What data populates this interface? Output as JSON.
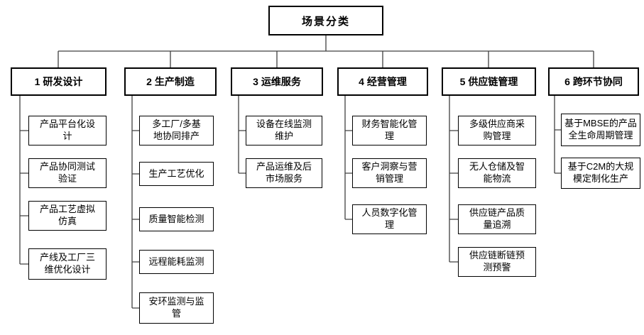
{
  "root": {
    "label": "场景分类"
  },
  "categories": [
    {
      "label": "1 研发设计",
      "children": [
        "产品平台化设计",
        "产品协同测试验证",
        "产品工艺虚拟仿真",
        "产线及工厂三维优化设计"
      ]
    },
    {
      "label": "2 生产制造",
      "children": [
        "多工厂/多基地协同排产",
        "生产工艺优化",
        "质量智能检测",
        "远程能耗监测",
        "安环监测与监管"
      ]
    },
    {
      "label": "3 运维服务",
      "children": [
        "设备在线监测维护",
        "产品运维及后市场服务"
      ]
    },
    {
      "label": "4 经营管理",
      "children": [
        "财务智能化管理",
        "客户洞察与营销管理",
        "人员数字化管理"
      ]
    },
    {
      "label": "5 供应链管理",
      "children": [
        "多级供应商采购管理",
        "无人仓储及智能物流",
        "供应链产品质量追溯",
        "供应链断链预测预警"
      ]
    },
    {
      "label": "6 跨环节协同",
      "children": [
        "基于MBSE的产品全生命周期管理",
        "基于C2M的大规模定制化生产"
      ]
    }
  ],
  "colors": {
    "box_border": "#000000",
    "box_background": "#ffffff",
    "connector": "#404040",
    "text": "#000000"
  }
}
